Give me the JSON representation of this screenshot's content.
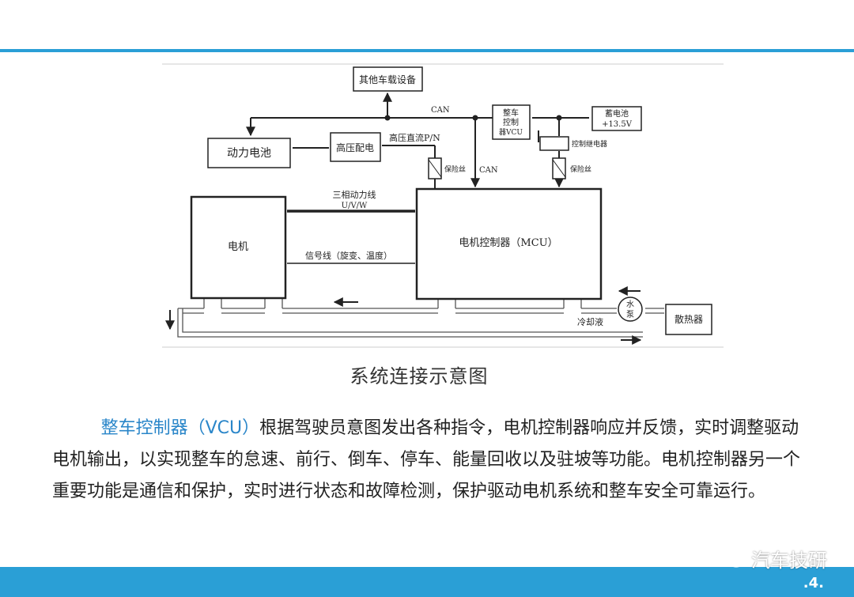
{
  "diagram": {
    "boxes": {
      "other_devices": "其他车载设备",
      "power_battery": "动力电池",
      "hv_distribution": "高压配电",
      "vcu_line1": "整车",
      "vcu_line2": "控制",
      "vcu_line3": "器VCU",
      "battery_line1": "蓄电池",
      "battery_line2": "+13.5V",
      "relay": "控制继电器",
      "motor": "电机",
      "mcu": "电机控制器（MCU）",
      "pump_line1": "水",
      "pump_line2": "泵",
      "radiator": "散热器"
    },
    "labels": {
      "can_top": "CAN",
      "can_vertical": "CAN",
      "hv_dc": "高压直流P/N",
      "fuse_left": "保险丝",
      "fuse_right": "保险丝",
      "three_phase_line1": "三相动力线",
      "three_phase_line2": "U/V/W",
      "signal_line": "信号线（旋变、温度）",
      "coolant": "冷却液"
    }
  },
  "caption": "系统连接示意图",
  "body": {
    "highlight": "整车控制器（VCU）",
    "text": "根据驾驶员意图发出各种指令，电机控制器响应并反馈，实时调整驱动电机输出，以实现整车的怠速、前行、倒车、停车、能量回收以及驻坡等功能。电机控制器另一个重要功能是通信和保护，实时进行状态和故障检测，保护驱动电机系统和整车安全可靠运行。"
  },
  "watermark": {
    "text": "汽车技研",
    "icon": "wechat-icon"
  },
  "page_number": ".4.",
  "colors": {
    "accent": "#2a9fd6",
    "highlight": "#2a86c9"
  }
}
